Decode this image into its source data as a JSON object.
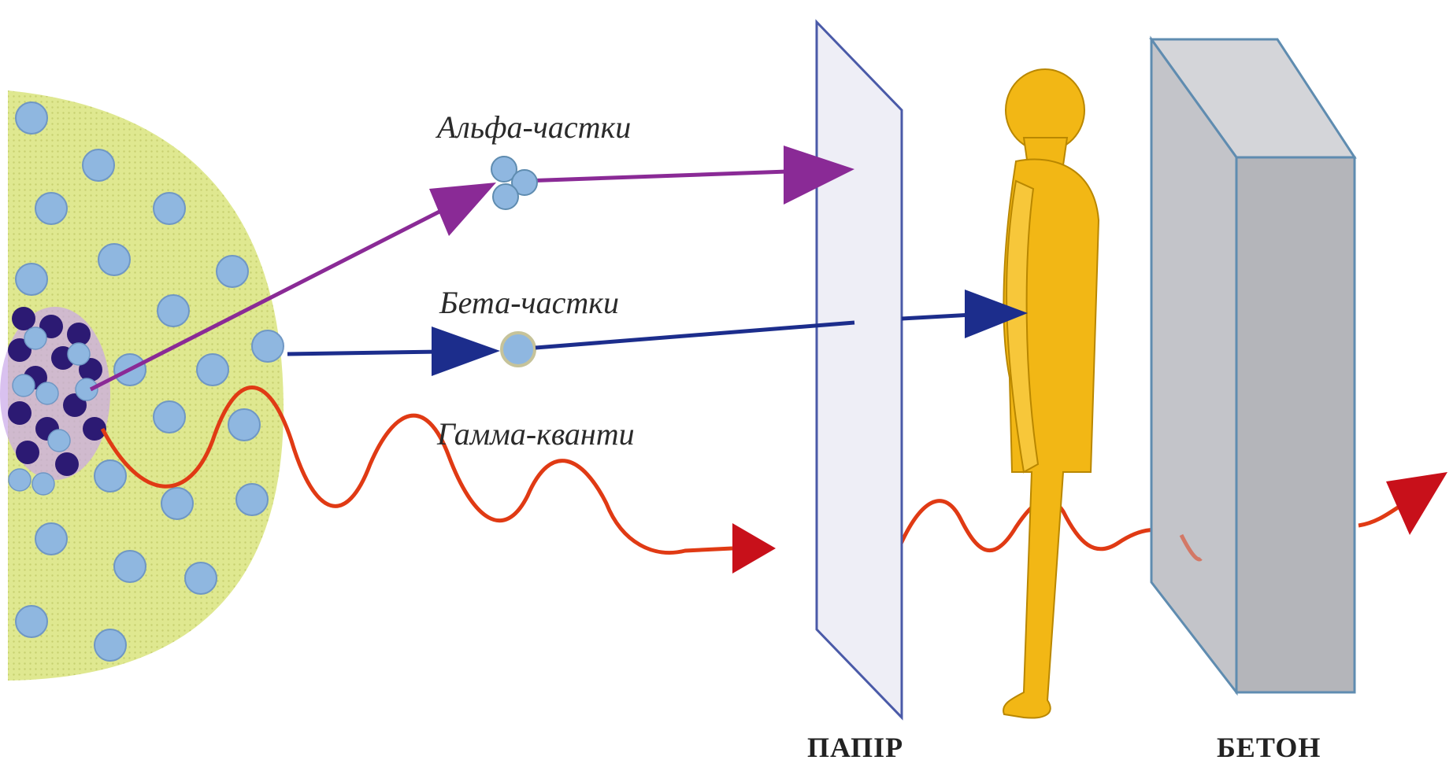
{
  "labels": {
    "alpha": "Альфа-частки",
    "beta": "Бета-частки",
    "gamma": "Гамма-кванти",
    "paper": "ПАПІР",
    "concrete": "БЕТОН"
  },
  "colors": {
    "alpha": "#8a2a96",
    "beta": "#1c2d8c",
    "gamma": "#e03a14",
    "gamma_head": "#c8101a",
    "nucleus_field": "#dfe890",
    "nucleon_light": "#8fb7e0",
    "nucleon_dark": "#2c1a73",
    "paper_fill": "#eeeef6",
    "paper_edge": "#4a5aa8",
    "human": "#f2b715",
    "concrete_front": "#c3c4c9",
    "concrete_side": "#b4b5ba",
    "concrete_top": "#d4d5d9"
  }
}
